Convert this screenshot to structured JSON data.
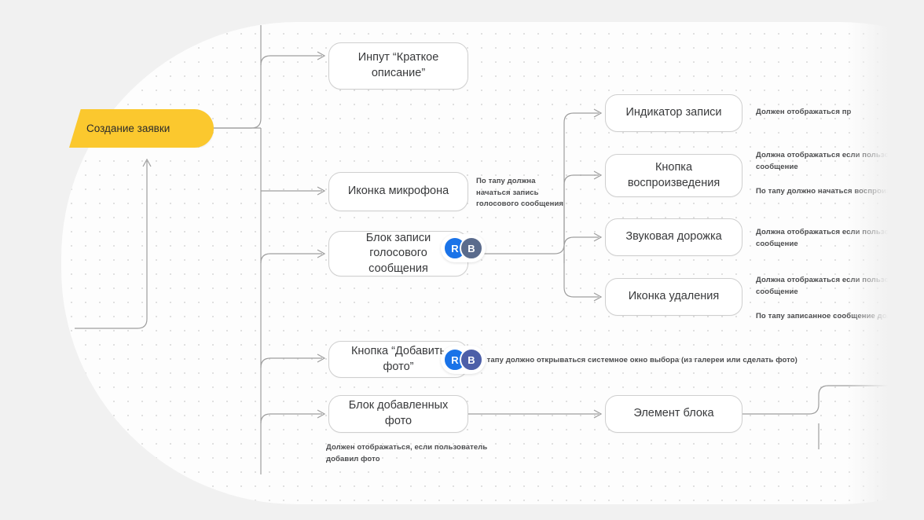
{
  "canvas": {
    "background_color": "#f1f1f1",
    "board_color": "#fdfdfd",
    "grid_dot_color": "#d9d9d9",
    "connector_color": "#9e9e9e"
  },
  "root": {
    "label": "Создание заявки",
    "color": "#fbc82e"
  },
  "nodes": [
    {
      "id": "input-short-description",
      "label": "Инпут “Краткое описание”"
    },
    {
      "id": "mic-icon",
      "label": "Иконка микрофона"
    },
    {
      "id": "voice-record-block",
      "label": "Блок записи голосового сообщения"
    },
    {
      "id": "add-photo-button",
      "label": "Кнопка “Добавить фото”"
    },
    {
      "id": "added-photos-block",
      "label": "Блок добавленных фото"
    },
    {
      "id": "record-indicator",
      "label": "Индикатор записи"
    },
    {
      "id": "play-button",
      "label": "Кнопка воспроизведения"
    },
    {
      "id": "audio-track",
      "label": "Звуковая дорожка"
    },
    {
      "id": "delete-icon",
      "label": "Иконка удаления"
    },
    {
      "id": "block-element",
      "label": "Элемент блока"
    }
  ],
  "annotations": [
    {
      "id": "mic-note",
      "text": "По тапу должна\nначаться запись\nголосового сообщения"
    },
    {
      "id": "indicator-note",
      "text": "Должен отображаться пр"
    },
    {
      "id": "play-note-1",
      "text": "Должна отображаться если пользо\nсообщение"
    },
    {
      "id": "play-note-2",
      "text": "По тапу должно начаться воспроизведе"
    },
    {
      "id": "track-note",
      "text": "Должна отображаться если пользовател\nсообщение"
    },
    {
      "id": "delete-note-1",
      "text": "Должна отображаться если пользовател\nсообщение"
    },
    {
      "id": "delete-note-2",
      "text": "По тапу записанное сообщение должн"
    },
    {
      "id": "photo-note",
      "text": "о тапу должно открываться системное окно выбора (из галереи или сделать фото)"
    },
    {
      "id": "photos-note",
      "text": "Должен отображаться, если пользователь\nдобавил фото"
    }
  ],
  "avatars": [
    {
      "id": "voice-avatars",
      "items": [
        {
          "initial": "R",
          "color": "#1a73e8"
        },
        {
          "initial": "B",
          "color": "#5a6b8c"
        }
      ]
    },
    {
      "id": "photo-avatars",
      "items": [
        {
          "initial": "R",
          "color": "#1a73e8"
        },
        {
          "initial": "B",
          "color": "#4d5fa8"
        }
      ]
    }
  ]
}
